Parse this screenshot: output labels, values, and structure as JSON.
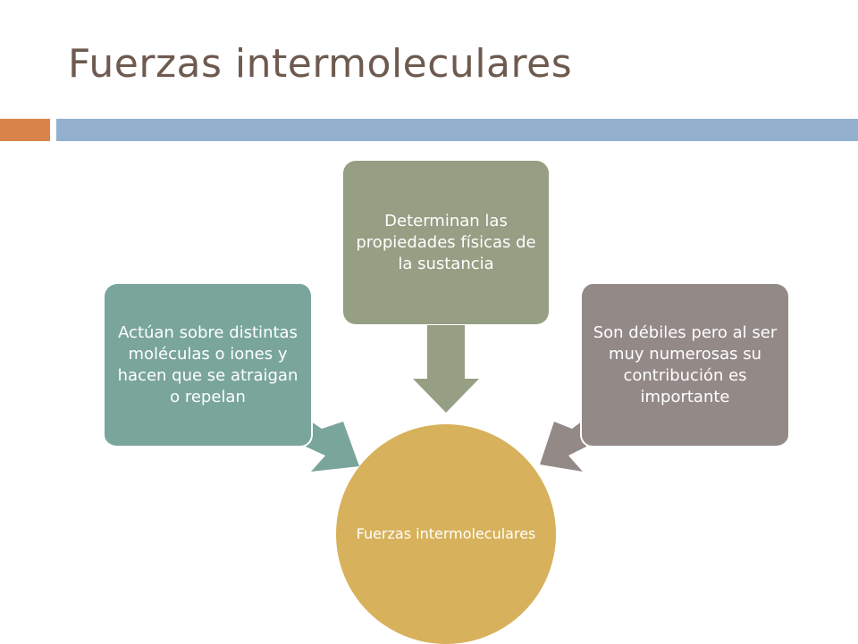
{
  "slide": {
    "title": "Fuerzas intermoleculares"
  },
  "colors": {
    "title": "#6e5a4f",
    "accent_orange": "#d9834a",
    "accent_blue": "#93b1cf",
    "teal": "#79a59b",
    "sage": "#969e83",
    "taupe": "#938987",
    "gold": "#d7b15b"
  },
  "diagram": {
    "center": {
      "label": "Fuerzas intermoleculares"
    },
    "nodes": [
      {
        "id": "left",
        "text": "Actúan sobre distintas moléculas o iones y hacen que se atraigan o repelan"
      },
      {
        "id": "top",
        "text": "Determinan las propiedades físicas de la sustancia"
      },
      {
        "id": "right",
        "text": "Son débiles pero al ser muy numerosas su contribución es importante"
      }
    ]
  }
}
